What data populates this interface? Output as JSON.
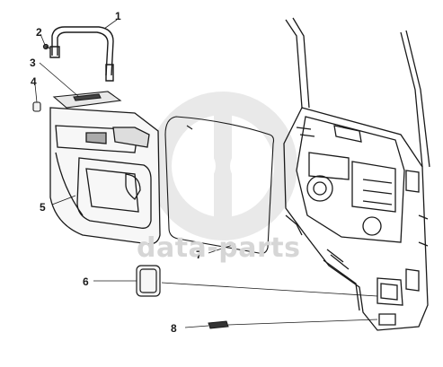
{
  "diagram": {
    "callouts": [
      {
        "id": "1",
        "label": "1"
      },
      {
        "id": "2",
        "label": "2"
      },
      {
        "id": "3",
        "label": "3"
      },
      {
        "id": "4",
        "label": "4"
      },
      {
        "id": "5",
        "label": "5"
      },
      {
        "id": "6",
        "label": "6"
      },
      {
        "id": "7",
        "label": "7"
      },
      {
        "id": "8",
        "label": "8"
      }
    ],
    "watermark": "data-parts",
    "colors": {
      "line": "#1a1a1a",
      "watermark": "#d6d6d6",
      "background": "#ffffff"
    }
  }
}
